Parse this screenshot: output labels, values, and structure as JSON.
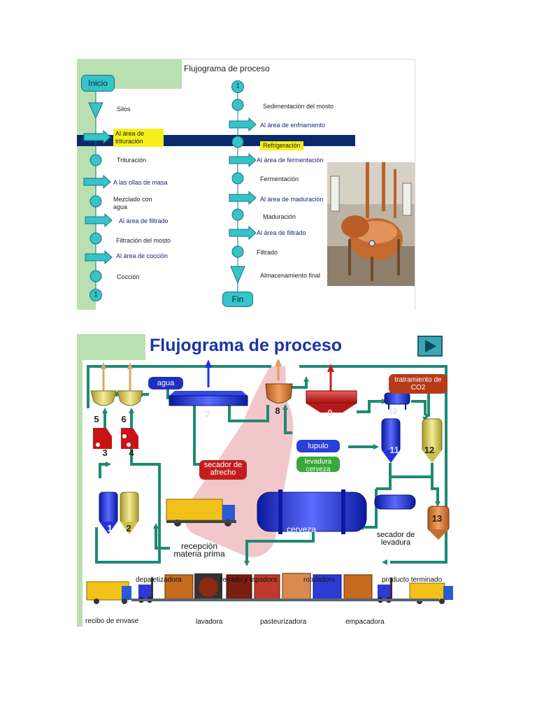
{
  "slide1": {
    "title": "Flujograma de proceso",
    "start": "Inicio",
    "end": "Fin",
    "connector_1_left": "1",
    "connector_1_right": "1",
    "left_steps": [
      "Silos",
      "Al área de trituración",
      "Trituración",
      "A las ollas de masa",
      "Mezclado con agua",
      "Al área de filtrado",
      "Filtración del mosto",
      "Al área de cocción",
      "Cocción"
    ],
    "right_steps": [
      "Sedimentación del mosto",
      "Al área de enfriamiento",
      "Refrigeración",
      "Al área de fermentación",
      "Fermentación",
      "Al área de maduración",
      "Maduración",
      "Al área de filtrado",
      "Filtrado",
      "Almacenamiento final"
    ],
    "colors": {
      "band": "#0a2a6b",
      "node": "#35c4c8",
      "highlight": "#f5ef1a",
      "accent_green": "#b9e0b0"
    }
  },
  "slide2": {
    "title": "Flujograma de proceso",
    "next_icon": "play-arrow-icon",
    "labels": {
      "agua": "agua",
      "tratamiento": "tratramiento de CO2",
      "lupulo": "lupulo",
      "levadura": "levadura cerveza",
      "secador_afrecho": "secador de afrecho",
      "cerveza": "cerveza",
      "secador_levadura": "secador de levadura",
      "recepcion": "recepción materia prima"
    },
    "units": [
      "1",
      "2",
      "3",
      "4",
      "5",
      "6",
      "7",
      "8",
      "9",
      "10",
      "11",
      "12",
      "13"
    ],
    "line_stations_top": [
      "depaletizadora",
      "llenado y tapadora",
      "rotuladora",
      "producto terminado"
    ],
    "line_stations_bottom": [
      "recibo de envase",
      "lavadora",
      "pasteurizadora",
      "empacadora"
    ],
    "colors": {
      "pipe": "#1e8a74",
      "blue_tank": "#2233dd",
      "red_tank": "#cc1f1f",
      "yellow_tank": "#e3d65c",
      "truck": "#f2c21b"
    }
  }
}
